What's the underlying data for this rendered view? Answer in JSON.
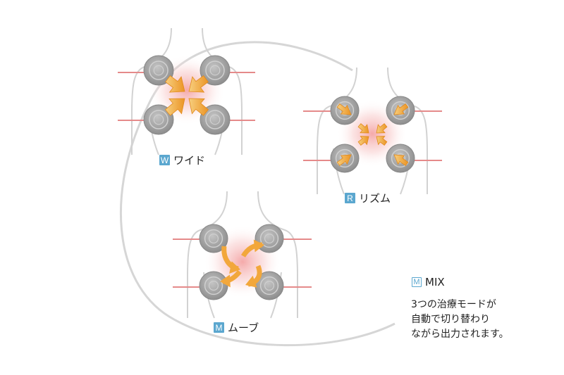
{
  "modes": {
    "wide": {
      "badge": "W",
      "label": "ワイド"
    },
    "rhythm": {
      "badge": "R",
      "label": "リズム"
    },
    "move": {
      "badge": "M",
      "label": "ムーブ"
    },
    "mix": {
      "badge": "M",
      "label": "MIX"
    }
  },
  "mix_description": [
    "3つの治療モードが",
    "自動で切り替わり",
    "ながら出力されます。"
  ],
  "colors": {
    "badge_fill": "#5ba7cf",
    "body_outline": "#d2d2d2",
    "cable": "#e58a8a",
    "pad": "#9e9e9e",
    "arrow": "#f2a73b",
    "glow": "#f5a3a3"
  }
}
